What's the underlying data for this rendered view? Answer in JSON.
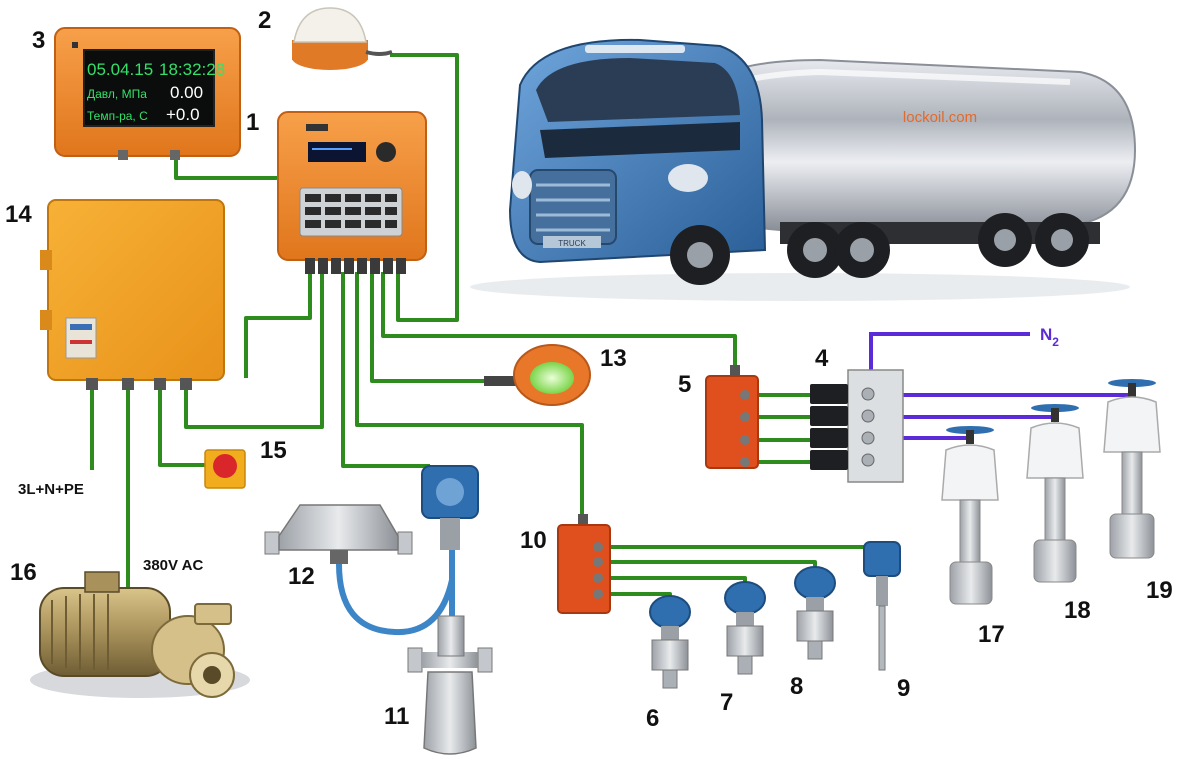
{
  "colors": {
    "signal_wire": "#2e8b1e",
    "gas_line": "#5a2bd6",
    "enclosure_orange": "#f08a2c",
    "junction_red": "#e0501e",
    "display_green": "#35e06a",
    "transmitter_blue": "#2f6fb0",
    "truck_blue": "#3a78b8",
    "tank_silver": "#c9ccd2"
  },
  "display": {
    "date": "05.04.15",
    "time": "18:32:28",
    "row1_label": "Давл, МПа",
    "row1_value": "0.00",
    "row2_label": "Темп-ра, С",
    "row2_value": "+0.0"
  },
  "labels": {
    "watermark": "lockoil.com",
    "truck_badge": "TRUCK",
    "n2": "N",
    "n2_sub": "2",
    "power_supply": "3L+N+PE",
    "motor_voltage": "380V AC"
  },
  "components": [
    {
      "id": "1",
      "name": "controller"
    },
    {
      "id": "2",
      "name": "gps-antenna"
    },
    {
      "id": "3",
      "name": "display-panel"
    },
    {
      "id": "4",
      "name": "valve-manifold"
    },
    {
      "id": "5",
      "name": "junction-box-a"
    },
    {
      "id": "6",
      "name": "pressure-transmitter-a"
    },
    {
      "id": "7",
      "name": "pressure-transmitter-b"
    },
    {
      "id": "8",
      "name": "pressure-transmitter-c"
    },
    {
      "id": "9",
      "name": "temperature-sensor"
    },
    {
      "id": "10",
      "name": "junction-box-b"
    },
    {
      "id": "11",
      "name": "coriolis-sensor"
    },
    {
      "id": "12",
      "name": "mass-flowmeter"
    },
    {
      "id": "13",
      "name": "signal-lamp"
    },
    {
      "id": "14",
      "name": "power-cabinet"
    },
    {
      "id": "15",
      "name": "emergency-stop"
    },
    {
      "id": "16",
      "name": "pump-motor"
    },
    {
      "id": "17",
      "name": "control-valve-a"
    },
    {
      "id": "18",
      "name": "control-valve-b"
    },
    {
      "id": "19",
      "name": "control-valve-c"
    }
  ]
}
